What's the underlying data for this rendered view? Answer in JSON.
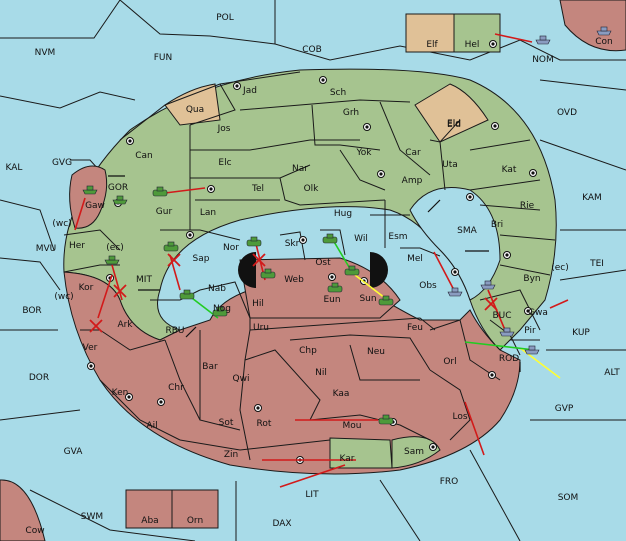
{
  "colors": {
    "sea": "#a8dbe8",
    "green_power": "#a6c48f",
    "red_power": "#c4867e",
    "neutral": "#e0c197",
    "order_move": "#d21a1a",
    "order_support_yellow": "#ffff33",
    "order_support_green": "#22cc22"
  },
  "sea_labels": [
    "POL",
    "NVM",
    "FUN",
    "COB",
    "NOM",
    "OVD",
    "KAL",
    "GVG",
    "GOR",
    "KAM",
    "MVU",
    "(wc)",
    "(ec)",
    "SMA",
    "TEI",
    "MIT",
    "BOR",
    "RBU",
    "(wc)",
    "(ec)",
    "BUC",
    "KUP",
    "ROD",
    "DOR",
    "ALT",
    "GVP",
    "GVA",
    "FRO",
    "SOM",
    "SWM",
    "LIT",
    "DAX"
  ],
  "green_labels": [
    "Jad",
    "Sch",
    "Jos",
    "Grh",
    "Can",
    "Elc",
    "Yok",
    "Car",
    "Eld",
    "Uta",
    "Kat",
    "Nar",
    "Tel",
    "Amp",
    "Olk",
    "Gur",
    "Lan",
    "Hug",
    "Rie",
    "Bri",
    "Esm",
    "Nor",
    "Skr",
    "Wil",
    "Sap",
    "Ost",
    "Mel",
    "Byn",
    "Gwa",
    "Web",
    "Her",
    "Kor",
    "Gaw",
    "Hel"
  ],
  "red_labels": [
    "Nab",
    "Eun",
    "Sun",
    "Obs",
    "Hil",
    "Nog",
    "Uru",
    "Feu",
    "Pir",
    "Ark",
    "Ver",
    "Chp",
    "Neu",
    "Orl",
    "Bar",
    "Qwi",
    "Nil",
    "Ken",
    "Chr",
    "Kaa",
    "Ail",
    "Sot",
    "Rot",
    "Mou",
    "Los",
    "Zin",
    "Kar",
    "Sam",
    "Cow",
    "Con"
  ],
  "neutral_labels": [
    "Qua",
    "Eld",
    "Elf",
    "Aba",
    "Orn"
  ],
  "units": [
    {
      "type": "army",
      "power": "green"
    },
    {
      "type": "army",
      "power": "green"
    },
    {
      "type": "army",
      "power": "green"
    },
    {
      "type": "army",
      "power": "green"
    },
    {
      "type": "army",
      "power": "green"
    },
    {
      "type": "army",
      "power": "green"
    },
    {
      "type": "army",
      "power": "green"
    },
    {
      "type": "army",
      "power": "green"
    },
    {
      "type": "army",
      "power": "green"
    },
    {
      "type": "army",
      "power": "green"
    },
    {
      "type": "army",
      "power": "green"
    },
    {
      "type": "fleet",
      "power": "green"
    },
    {
      "type": "fleet",
      "power": "green"
    },
    {
      "type": "fleet",
      "power": "green"
    },
    {
      "type": "fleet",
      "power": "red"
    },
    {
      "type": "fleet",
      "power": "red"
    },
    {
      "type": "fleet",
      "power": "red"
    },
    {
      "type": "fleet",
      "power": "red"
    },
    {
      "type": "fleet",
      "power": "red"
    },
    {
      "type": "fleet",
      "power": "red"
    }
  ]
}
